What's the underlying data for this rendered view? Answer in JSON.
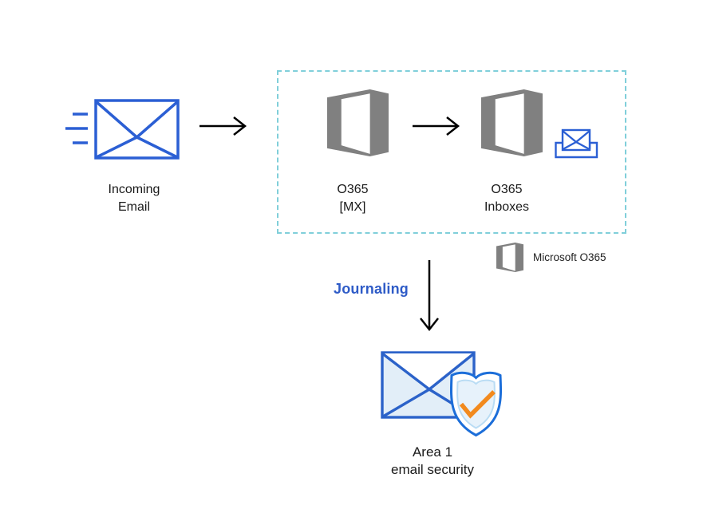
{
  "diagram": {
    "type": "flow-diagram",
    "description": "Incoming email routed through O365 MX to O365 inboxes, journaled to Area 1 email security",
    "nodes": {
      "incoming_email": {
        "label_line1": "Incoming",
        "label_line2": "Email",
        "icon": "envelope-speed-lines-icon"
      },
      "o365_mx": {
        "label_line1": "O365",
        "label_line2": "[MX]",
        "icon": "office365-logo"
      },
      "o365_inboxes": {
        "label_line1": "O365",
        "label_line2": "Inboxes",
        "icon": "office365-logo",
        "secondary_icon": "inbox-envelope-icon"
      },
      "area1": {
        "label_line1": "Area 1",
        "label_line2": "email security",
        "icon": "envelope-shield-check-icon"
      }
    },
    "edges": {
      "incoming_to_mx": "arrow-right",
      "mx_to_inboxes": "arrow-right",
      "journal_down": "arrow-down",
      "journaling_label": "Journaling"
    },
    "legend": {
      "icon": "office365-logo",
      "label": "Microsoft O365"
    },
    "colors": {
      "envelope_blue": "#2B5FD4",
      "office_gray": "#808080",
      "dashed_border_teal": "#80CFDA",
      "journaling_blue": "#2E5BC7",
      "area1_envelope_stroke": "#2B62C9",
      "shield_stroke_blue": "#1C6ED9",
      "inner_shield_fill": "#E7F2FB",
      "check_orange": "#F28A1E",
      "envelope_fill_light": "#E2EEF8",
      "arrow_black": "#000000",
      "text_black": "#1A1A1A"
    }
  }
}
